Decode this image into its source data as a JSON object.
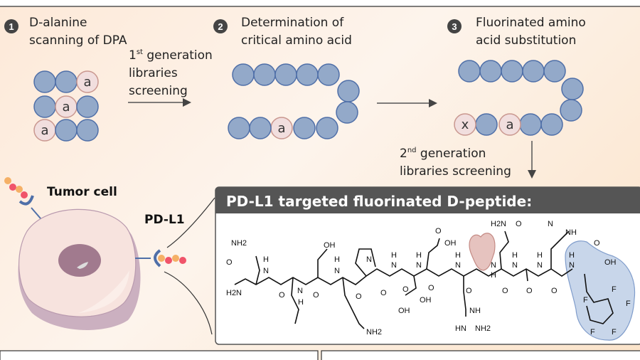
{
  "steps": [
    {
      "number": "1",
      "title_line1": "D-alanine",
      "title_line2": "scanning of DPA"
    },
    {
      "number": "2",
      "title_line1": "Determination of",
      "title_line2": "critical amino acid"
    },
    {
      "number": "3",
      "title_line1": "Fluorinated amino",
      "title_line2": "acid substitution"
    }
  ],
  "arrow1": {
    "ordinal": "1",
    "superscript": "st",
    "line1": " generation",
    "line2": "libraries",
    "line3": "screening"
  },
  "arrow3": {
    "ordinal": "2",
    "superscript": "nd",
    "line1": " generation",
    "line2": "libraries screening"
  },
  "residue_labels": {
    "alanine": "a",
    "fluorinated": "x"
  },
  "cell": {
    "label": "Tumor cell",
    "receptor_label": "PD-L1"
  },
  "peptide_box": {
    "title": "PD-L1 targeted fluorinated D-peptide:"
  },
  "atom_labels": [
    "NH2",
    "O",
    "H2N",
    "H",
    "N",
    "O",
    "OH",
    "N",
    "H",
    "O",
    "H",
    "N",
    "O",
    "N",
    "O",
    "H",
    "N",
    "O",
    "OH",
    "H",
    "N",
    "O",
    "O",
    "OH",
    "H",
    "N",
    "O",
    "NH",
    "HN",
    "NH2",
    "H2N",
    "O",
    "N",
    "H",
    "O",
    "H",
    "N",
    "O",
    "N",
    "NH",
    "H",
    "N",
    "O",
    "H",
    "N",
    "O",
    "OH",
    "F",
    "F",
    "F",
    "F",
    "F",
    "OH",
    "NH2"
  ],
  "colors": {
    "residue": "#93a9c9",
    "residue_stroke": "#4f6fa8",
    "alanine": "#f1dede",
    "alanine_stroke": "#c9978f",
    "header": "#555555"
  }
}
